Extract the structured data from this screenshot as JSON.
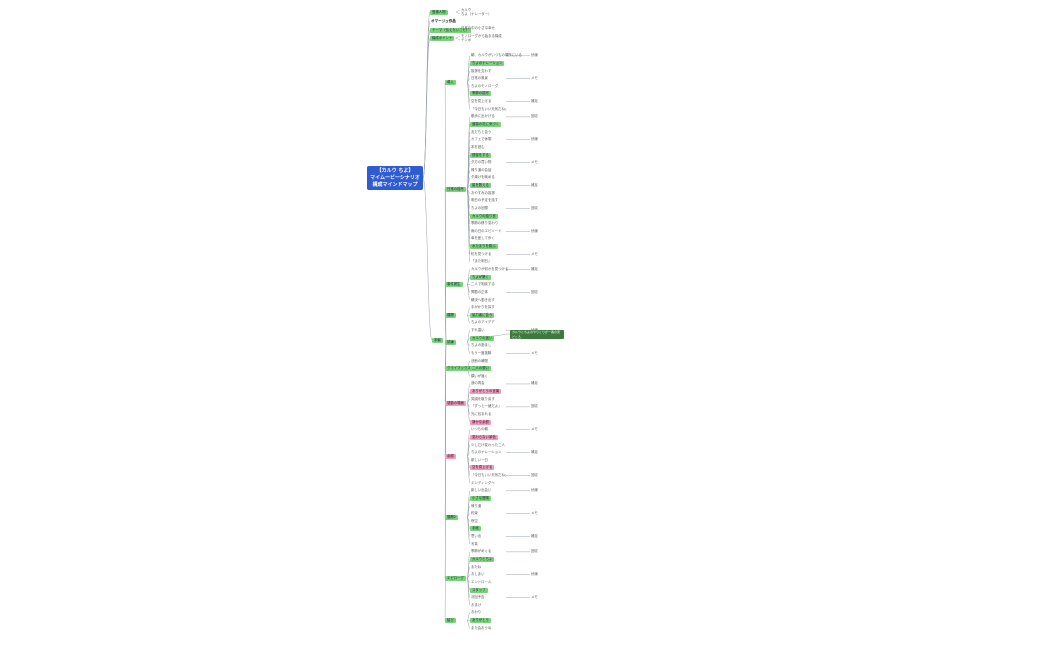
{
  "title": {
    "line1": "【カルウ ちよ】",
    "line2": "マイムービーシナリオ",
    "line3": "構成マインドマップ"
  },
  "colors": {
    "root": "#2f5bd3",
    "branch": "#7cd27c",
    "accent": "#f29ac0",
    "link": "#9aa3ad"
  },
  "top_nodes": [
    {
      "label": "登場人物",
      "kind": "green",
      "children": [
        "カルウ",
        "ちよ（ナレーター）"
      ]
    },
    {
      "label": "オマージュ作品",
      "kind": "bold",
      "children": []
    },
    {
      "label": "テーマ（伝えたいこと）",
      "kind": "green",
      "children": [
        "日常の中の小さな幸せ"
      ]
    },
    {
      "label": "構成ポイント",
      "kind": "green",
      "children": [
        "モノローグから始まる構成",
        "テンポ"
      ]
    }
  ],
  "body_label": "本編",
  "sections": [
    {
      "label": "導入",
      "kind": "green",
      "children": [
        "朝、カルウがいつもの場所にいる",
        "ちよのナレーション",
        "挨拶を交わす",
        "日常の風景",
        "ちよのモノローグ",
        "季節の描写",
        "空を見上げる",
        "「今日もいい天気だね」"
      ]
    },
    {
      "label": "日常の描写",
      "kind": "green",
      "children": [
        "散歩に出かける",
        "道端の花に気づく",
        "友だちと会う",
        "カフェで休憩",
        "本を読む",
        "昼寝をする",
        "夕方の買い物",
        "帰り道の会話",
        "夕焼けを眺める",
        "星を数える",
        "おやすみの挨拶",
        "明日の予定を話す",
        "ちよの回想",
        "カルウの独り言",
        "季節の移り変わり",
        "雨の日のエピソード",
        "傘を差して歩く",
        "水たまりを跳ぶ",
        "虹を見つける",
        "「また明日」"
      ]
    },
    {
      "label": "事件発生",
      "kind": "green",
      "children": [
        "カルウが何かを見つける",
        "ちよが驚く",
        "二人で相談する",
        "問題の正体",
        "解決へ動き出す"
      ]
    },
    {
      "label": "展開",
      "kind": "green",
      "children": [
        "手がかりを探す",
        "協力者に会う",
        "ちよのアイデア"
      ]
    },
    {
      "label": "試練",
      "kind": "green",
      "children": [
        "すれ違い",
        "カルウの迷い",
        "ちよの励まし",
        "もう一度挑戦"
      ]
    },
    {
      "label": "クライマックス",
      "kind": "green",
      "children": [
        "決断の瞬間",
        "二人の想い",
        "願いが届く"
      ]
    },
    {
      "label": "感動の場面",
      "kind": "pink",
      "children": [
        "涙の再会",
        "ありがとうの言葉",
        "笑顔を取り戻す",
        "「ずっと一緒だよ」",
        "光に包まれる",
        "静かな余韻"
      ]
    },
    {
      "label": "余韻",
      "kind": "pink",
      "children": [
        "いつもの朝",
        "変わらない景色",
        "少しだけ変わった二人",
        "ちよのナレーション",
        "新しい一日",
        "空を見上げる",
        "「今日もいい天気だね」",
        "エンディングへ"
      ]
    },
    {
      "label": "展開2",
      "kind": "green",
      "children": [
        "新しい出会い",
        "小さな冒険",
        "帰り道",
        "約束",
        "夜空",
        "手紙",
        "思い出",
        "写真"
      ]
    },
    {
      "label": "エピローグ",
      "kind": "green",
      "children": [
        "季節がめぐる",
        "カルウとちよ",
        "またね",
        "おしまい",
        "エンドロール",
        "スタッフ",
        "次回予告",
        "おまけ"
      ]
    },
    {
      "label": "結び",
      "kind": "green",
      "children": [
        "おわり",
        "ありがとう",
        "また会おうね"
      ]
    }
  ],
  "callout": "カルウとちよのやりとりが一番の見どころ",
  "annotations": [
    "伏線",
    "回収",
    "補足",
    "メモ"
  ]
}
